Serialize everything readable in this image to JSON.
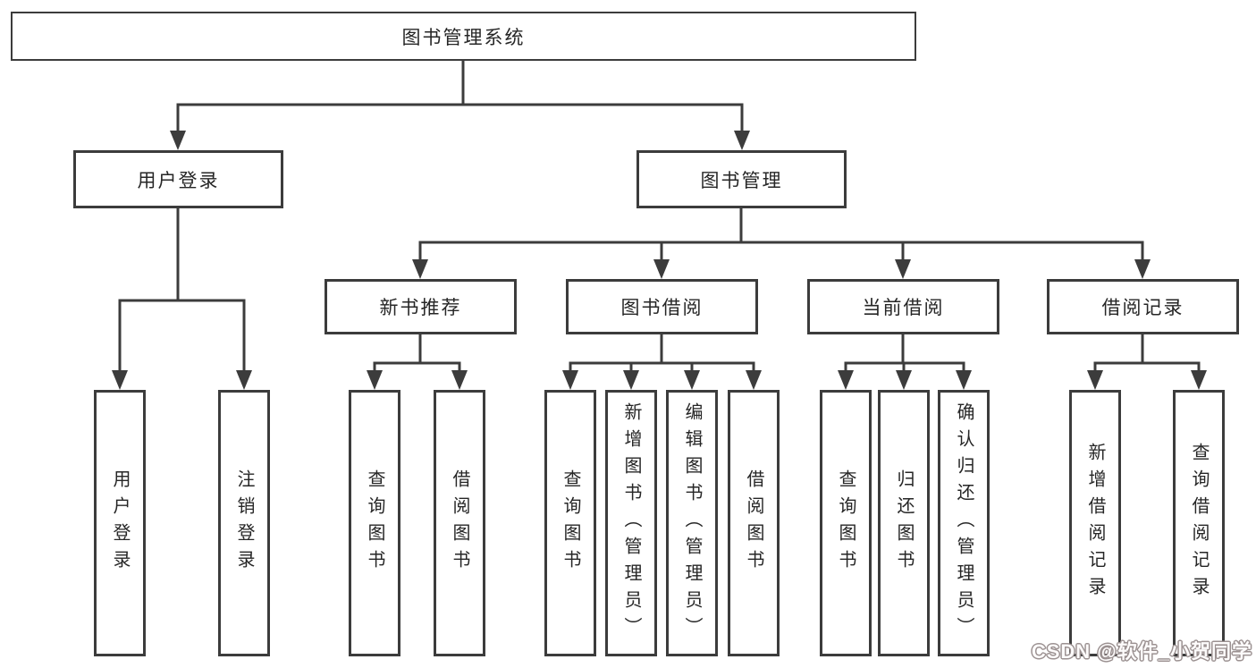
{
  "colors": {
    "background": "#ffffff",
    "line": "#3c3c3c",
    "box_border": "#3c3c3c",
    "text": "#262626",
    "watermark_outline": "#9b9191",
    "watermark_fill": "#fdfbfb"
  },
  "diagram": {
    "root": {
      "label": "图书管理系统"
    },
    "level2": [
      {
        "label": "用户登录"
      },
      {
        "label": "图书管理"
      }
    ],
    "level3": [
      {
        "label": "新书推荐"
      },
      {
        "label": "图书借阅"
      },
      {
        "label": "当前借阅"
      },
      {
        "label": "借阅记录"
      }
    ],
    "leaves": {
      "user_login": [
        "用户登录",
        "注销登录"
      ],
      "new_book": [
        "查询图书",
        "借阅图书"
      ],
      "book_borrow": [
        "查询图书",
        "新增图书（管理员）",
        "编辑图书（管理员）",
        "借阅图书"
      ],
      "current_borrow": [
        "查询图书",
        "归还图书",
        "确认归还（管理员）"
      ],
      "borrow_record": [
        "新增借阅记录",
        "查询借阅记录"
      ]
    }
  },
  "watermark": {
    "text": "CSDN @软件_小贺同学"
  }
}
